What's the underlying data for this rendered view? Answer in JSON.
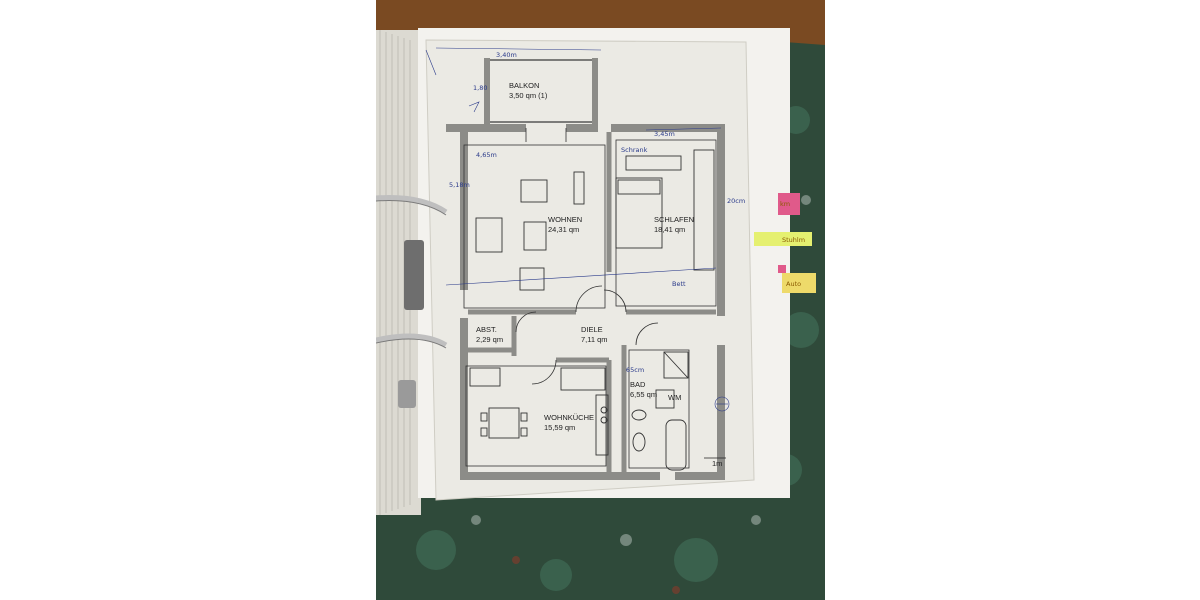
{
  "plan": {
    "rooms": [
      {
        "id": "balkon",
        "name": "BALKON",
        "area": "3,50 qm (1)"
      },
      {
        "id": "wohnen",
        "name": "WOHNEN",
        "area": "24,31 qm"
      },
      {
        "id": "schlafen",
        "name": "SCHLAFEN",
        "area": "18,41 qm"
      },
      {
        "id": "abst",
        "name": "ABST.",
        "area": "2,29 qm"
      },
      {
        "id": "diele",
        "name": "DIELE",
        "area": "7,11 qm"
      },
      {
        "id": "bad",
        "name": "BAD",
        "area": "6,55 qm"
      },
      {
        "id": "wohnkueche",
        "name": "WOHNKÜCHE",
        "area": "15,59 qm"
      }
    ],
    "fixtures": {
      "wm": "WM"
    },
    "handwritten": {
      "balcony_width": "3,40m",
      "balcony_depth": "1,80",
      "wohnen_width": "4,65m",
      "wohnen_depth": "5,18m",
      "schlafen_width": "3,45m",
      "schrank": "Schrank",
      "bett": "Bett",
      "side": "20cm",
      "bad_door": "65cm"
    },
    "scale": "1m"
  },
  "tabs": {
    "pink": "km",
    "yellow": "Stuhlm",
    "orange": "Auto"
  },
  "colors": {
    "paper": "#ebeae4",
    "wall": "#9c9c98",
    "ink": "#222222",
    "pencil": "#2a3a8a",
    "carpet": "#2f4a3a",
    "wood": "#8a5a2e"
  }
}
